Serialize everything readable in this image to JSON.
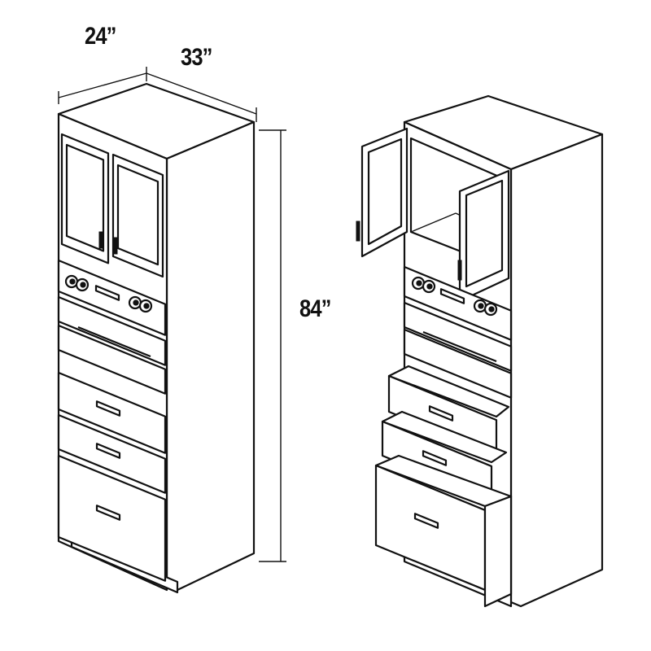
{
  "dimensions": {
    "depth": "24”",
    "width": "33”",
    "height": "84”"
  },
  "colors": {
    "line": "#111111",
    "background": "#ffffff"
  }
}
